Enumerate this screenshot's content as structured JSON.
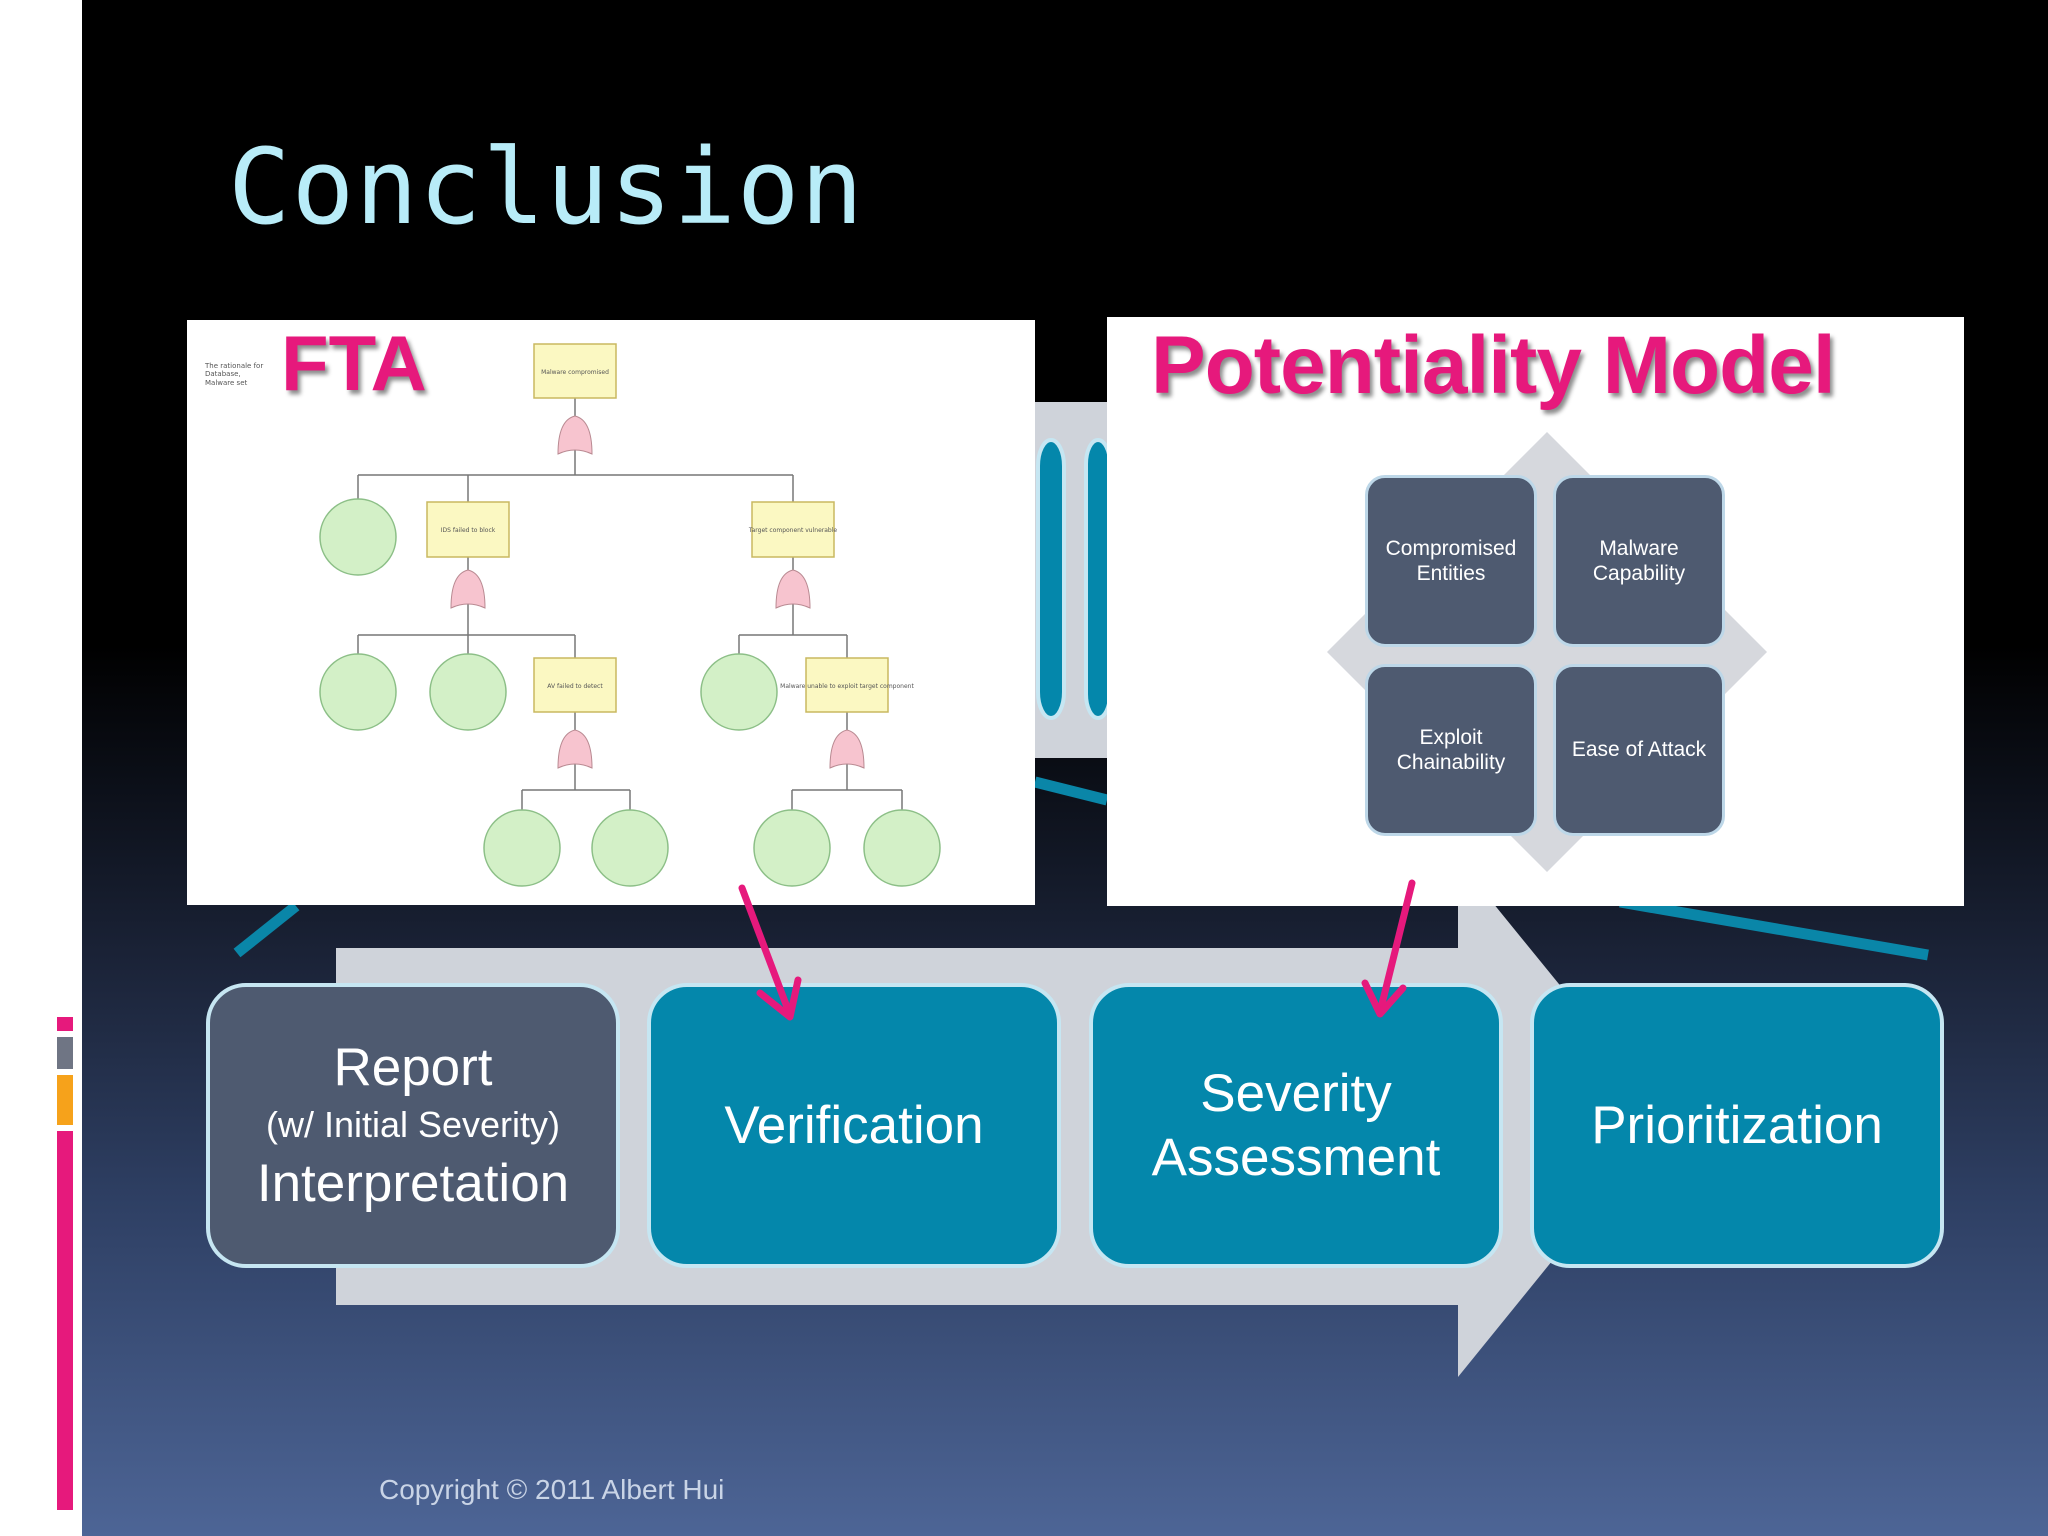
{
  "slide": {
    "title": "Conclusion"
  },
  "fta": {
    "label": "FTA",
    "note": "The rationale for Database, Malware set",
    "node_labels": {
      "top": "Malware compromised",
      "mid_left": "IDS failed to block",
      "mid_right": "Target component vulnerable",
      "sub_mid": "AV failed to detect",
      "sub_right": "Malware unable to exploit target component"
    }
  },
  "potentiality_model": {
    "label": "Potentiality Model",
    "quadrants": [
      "Compromised Entities",
      "Malware Capability",
      "Exploit Chainability",
      "Ease of Attack"
    ]
  },
  "process_steps": [
    {
      "line1": "Report",
      "line2": "(w/ Initial Severity)",
      "line3": "Interpretation"
    },
    {
      "label": "Verification"
    },
    {
      "line1": "Severity",
      "line2": "Assessment"
    },
    {
      "label": "Prioritization"
    }
  ],
  "footer": {
    "copyright": "Copyright © 2011 Albert Hui"
  },
  "colors": {
    "title": "#b8ecf8",
    "highlight": "#e6197c",
    "teal": "#0487ab",
    "slate": "#4e5a70",
    "arrow_gray": "#cfd3da",
    "fta_gate": "#f7c4cf",
    "fta_box": "#fbf8c2",
    "fta_circle": "#d3f0c7",
    "accent_orange": "#f6a21b",
    "accent_gray": "#6f7584"
  }
}
